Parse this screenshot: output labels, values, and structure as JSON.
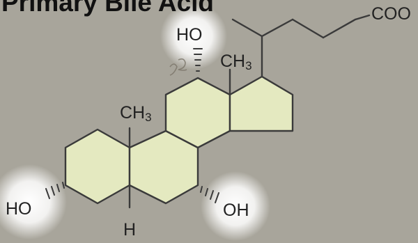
{
  "title": "Primary Bile Acid",
  "labels": {
    "carboxylate": "COO",
    "methyl": "CH",
    "methyl_sub": "3",
    "hydroxyl_c3": "HO",
    "hydroxyl_c7": "OH",
    "hydroxyl_c12": "HO",
    "hydrogen": "H",
    "annotation": "12"
  },
  "colors": {
    "background": "#a8a59b",
    "ring_fill": "#e4e9c0",
    "glow": "#ffffff",
    "bond": "#3a3a3a"
  }
}
